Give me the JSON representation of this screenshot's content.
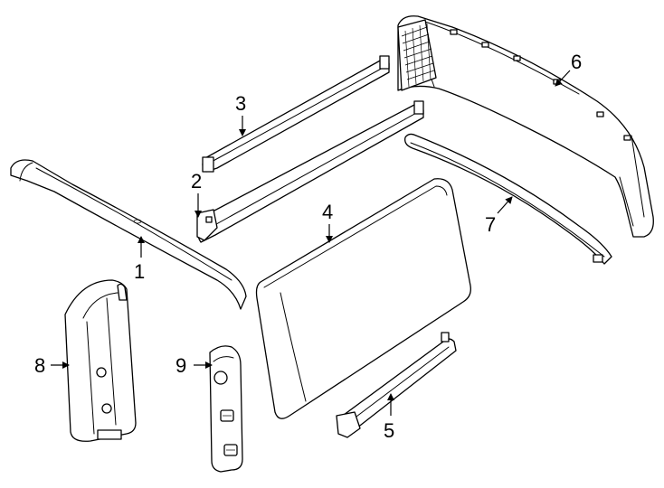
{
  "diagram": {
    "callouts": [
      {
        "id": "1",
        "label": "1"
      },
      {
        "id": "2",
        "label": "2"
      },
      {
        "id": "3",
        "label": "3"
      },
      {
        "id": "4",
        "label": "4"
      },
      {
        "id": "5",
        "label": "5"
      },
      {
        "id": "6",
        "label": "6"
      },
      {
        "id": "7",
        "label": "7"
      },
      {
        "id": "8",
        "label": "8"
      },
      {
        "id": "9",
        "label": "9"
      }
    ],
    "colors": {
      "line": "#000000",
      "background": "#ffffff"
    }
  }
}
